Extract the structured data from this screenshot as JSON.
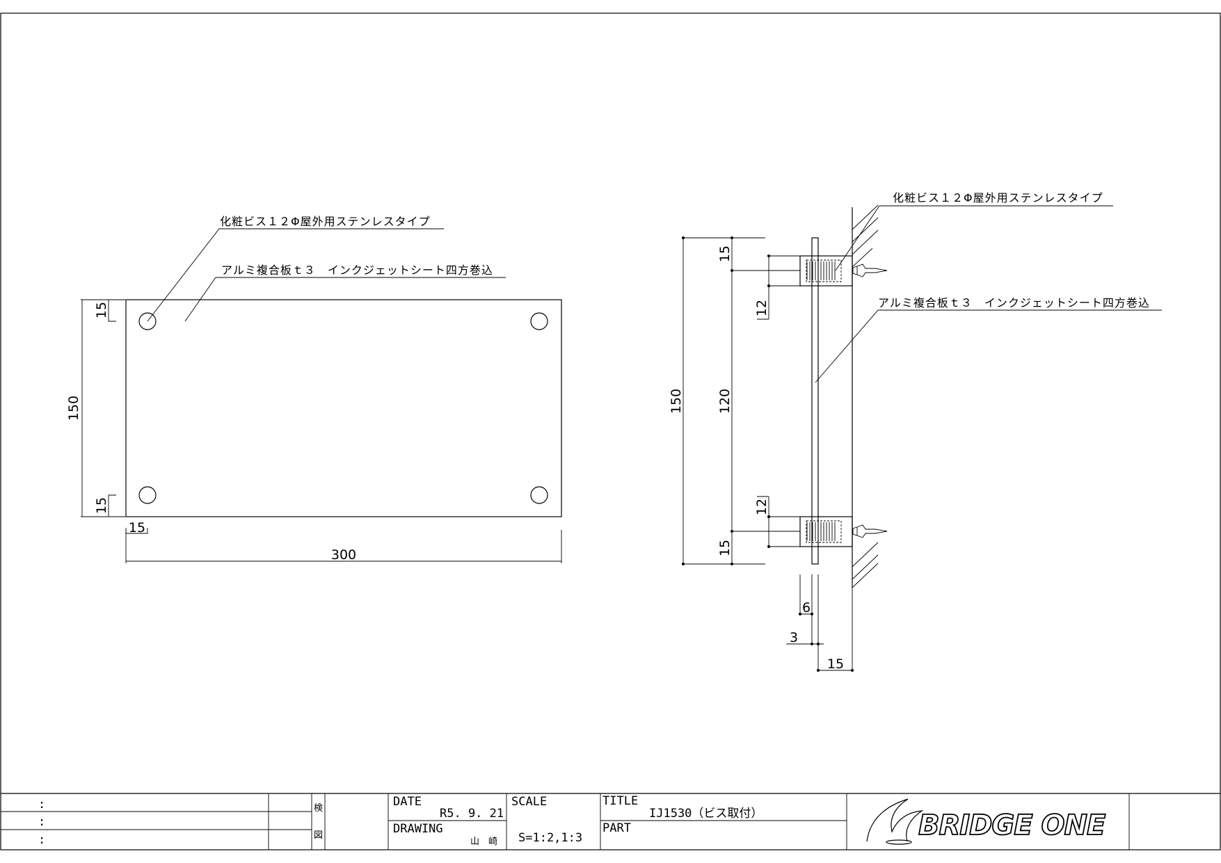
{
  "front_view": {
    "note_screw": "化粧ビス１２Φ屋外用ステンレスタイプ",
    "note_plate": "アルミ複合板ｔ３　インクジェットシート四方巻込",
    "dim_width": "300",
    "dim_height": "150",
    "dim_top_offset": "15",
    "dim_bottom_offset": "15",
    "dim_left_offset": "15"
  },
  "side_view": {
    "note_screw": "化粧ビス１２Φ屋外用ステンレスタイプ",
    "note_plate": "アルミ複合板ｔ３　インクジェットシート四方巻込",
    "dim_total": "150",
    "dim_pitch": "120",
    "dim_top_15": "15",
    "dim_bottom_15": "15",
    "dim_top_12": "12",
    "dim_bottom_12": "12",
    "dim_6": "6",
    "dim_3": "3",
    "dim_15_depth": "15"
  },
  "title_block": {
    "rows": [
      ":",
      ":",
      ":"
    ],
    "check_label": "検",
    "draw_label": "図",
    "date_label": "DATE",
    "date_value": "R5. 9. 21",
    "drawing_label": "DRAWING",
    "drawing_value": "山　崎",
    "scale_label": "SCALE",
    "scale_value": "S=1:2,1:3",
    "title_label": "TITLE",
    "title_value": "IJ1530（ビス取付）",
    "part_label": "PART",
    "logo_text": "BRIDGE ONE"
  }
}
